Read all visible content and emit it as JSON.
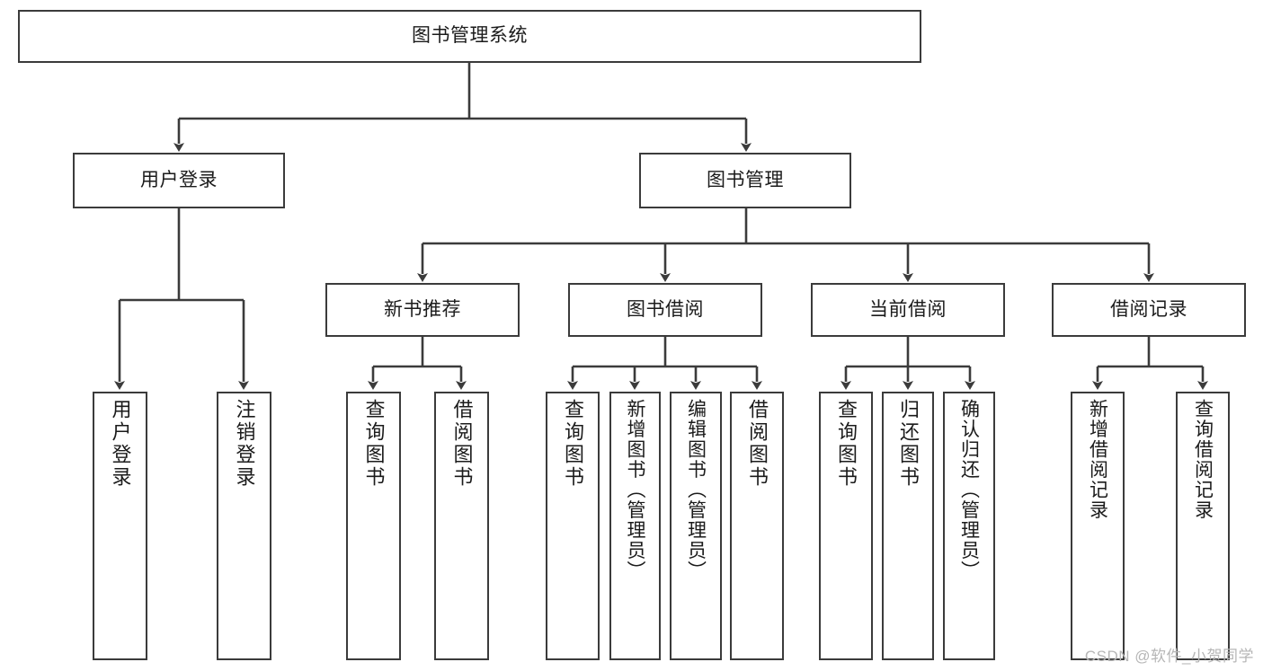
{
  "diagram": {
    "title": "图书管理系统",
    "type": "tree-hierarchy",
    "root": {
      "id": "root",
      "label": "图书管理系统"
    },
    "level2": [
      {
        "id": "user-login",
        "label": "用户登录"
      },
      {
        "id": "book-manage",
        "label": "图书管理"
      }
    ],
    "level3": [
      {
        "id": "new-book-recommend",
        "label": "新书推荐"
      },
      {
        "id": "book-borrow",
        "label": "图书借阅"
      },
      {
        "id": "current-borrow",
        "label": "当前借阅"
      },
      {
        "id": "borrow-record",
        "label": "借阅记录"
      }
    ],
    "leaves": {
      "user_login": [
        {
          "id": "leaf-user-login",
          "label": "用户登录"
        },
        {
          "id": "leaf-logout",
          "label": "注销登录"
        }
      ],
      "new_book_recommend": [
        {
          "id": "leaf-query-book-1",
          "label": "查询图书"
        },
        {
          "id": "leaf-borrow-book-1",
          "label": "借阅图书"
        }
      ],
      "book_borrow": [
        {
          "id": "leaf-query-book-2",
          "label": "查询图书"
        },
        {
          "id": "leaf-add-book",
          "label": "新增图书（管理员）"
        },
        {
          "id": "leaf-edit-book",
          "label": "编辑图书（管理员）"
        },
        {
          "id": "leaf-borrow-book-2",
          "label": "借阅图书"
        }
      ],
      "current_borrow": [
        {
          "id": "leaf-query-book-3",
          "label": "查询图书"
        },
        {
          "id": "leaf-return-book",
          "label": "归还图书"
        },
        {
          "id": "leaf-confirm-return",
          "label": "确认归还（管理员）"
        }
      ],
      "borrow_record": [
        {
          "id": "leaf-add-record",
          "label": "新增借阅记录"
        },
        {
          "id": "leaf-query-record",
          "label": "查询借阅记录"
        }
      ]
    }
  },
  "watermark": {
    "text": "CSDN @软件_小贺同学"
  },
  "colors": {
    "border": "#3b3b3b",
    "background": "#ffffff",
    "text": "#1b1b1b",
    "edge": "#3b3b3b",
    "watermark": "#b6b6b6"
  }
}
